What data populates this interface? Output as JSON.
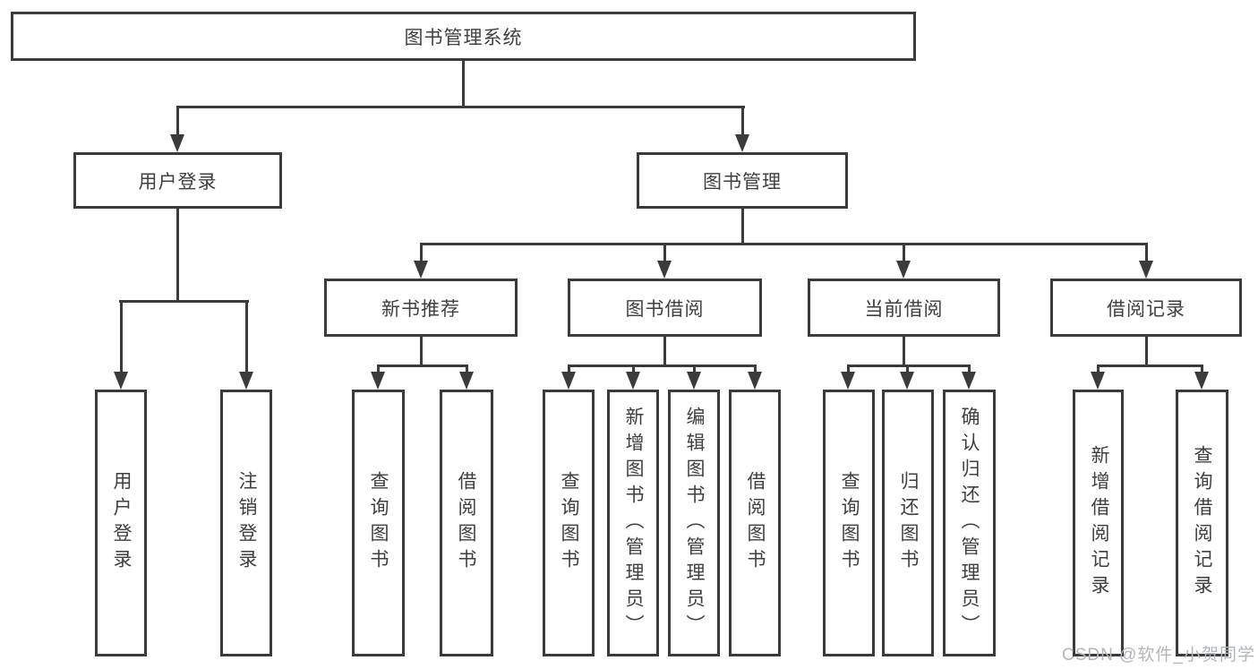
{
  "diagram_title": "图书管理系统",
  "nodes": {
    "root": "图书管理系统",
    "user_login": "用户登录",
    "book_mgmt": "图书管理",
    "new_book_rec": "新书推荐",
    "book_borrow": "图书借阅",
    "current_borrow": "当前借阅",
    "borrow_record": "借阅记录",
    "login": "用户登录",
    "logout": "注销登录",
    "rec_query_book": "查询图书",
    "rec_borrow_book": "借阅图书",
    "bb_query_book": "查询图书",
    "bb_add_book": "新增图书（管理员）",
    "bb_edit_book": "编辑图书（管理员）",
    "bb_borrow_book": "借阅图书",
    "cb_query_book": "查询图书",
    "cb_return_book": "归还图书",
    "cb_confirm_return": "确认归还（管理员）",
    "br_add_record": "新增借阅记录",
    "br_query_record": "查询借阅记录"
  },
  "structure": {
    "root": [
      "user_login",
      "book_mgmt"
    ],
    "user_login": [
      "login",
      "logout"
    ],
    "book_mgmt": [
      "new_book_rec",
      "book_borrow",
      "current_borrow",
      "borrow_record"
    ],
    "new_book_rec": [
      "rec_query_book",
      "rec_borrow_book"
    ],
    "book_borrow": [
      "bb_query_book",
      "bb_add_book",
      "bb_edit_book",
      "bb_borrow_book"
    ],
    "current_borrow": [
      "cb_query_book",
      "cb_return_book",
      "cb_confirm_return"
    ],
    "borrow_record": [
      "br_add_record",
      "br_query_record"
    ]
  },
  "watermark": "CSDN @软件_小贺同学",
  "colors": {
    "line": "#3b3b3b",
    "text": "#3f3f3f",
    "background": "#ffffff",
    "watermark": "#b2b6ba"
  }
}
